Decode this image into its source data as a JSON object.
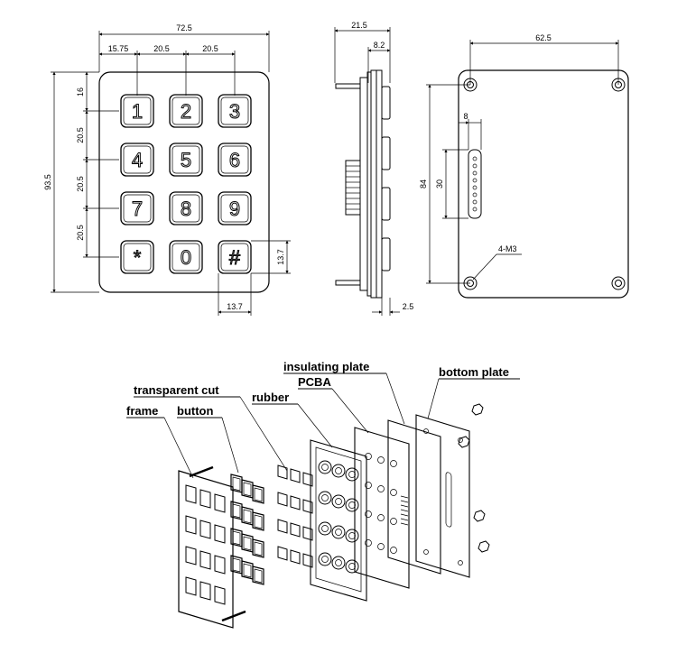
{
  "front_view": {
    "dims": {
      "overall_width": "72.5",
      "first_col_offset": "15.75",
      "pitch_x_1": "20.5",
      "pitch_x_2": "20.5",
      "overall_height": "93.5",
      "top_offset": "16",
      "pitch_y_1": "20.5",
      "pitch_y_2": "20.5",
      "pitch_y_3": "20.5",
      "key_height": "13.7",
      "key_width": "13.7"
    },
    "keys": [
      "1",
      "2",
      "3",
      "4",
      "5",
      "6",
      "7",
      "8",
      "9",
      "*",
      "0",
      "#"
    ]
  },
  "side_view": {
    "dims": {
      "depth": "21.5",
      "frame_depth": "8.2",
      "plate_thickness": "2.5"
    }
  },
  "back_view": {
    "dims": {
      "hole_spacing_x": "62.5",
      "hole_spacing_y": "84",
      "connector_width": "8",
      "connector_length": "30",
      "screw": "4-M3"
    }
  },
  "exploded": {
    "labels": {
      "frame": "frame",
      "button": "button",
      "transparent_cut": "transparent cut",
      "rubber": "rubber",
      "pcba": "PCBA",
      "insulating_plate": "insulating plate",
      "bottom_plate": "bottom plate"
    }
  }
}
